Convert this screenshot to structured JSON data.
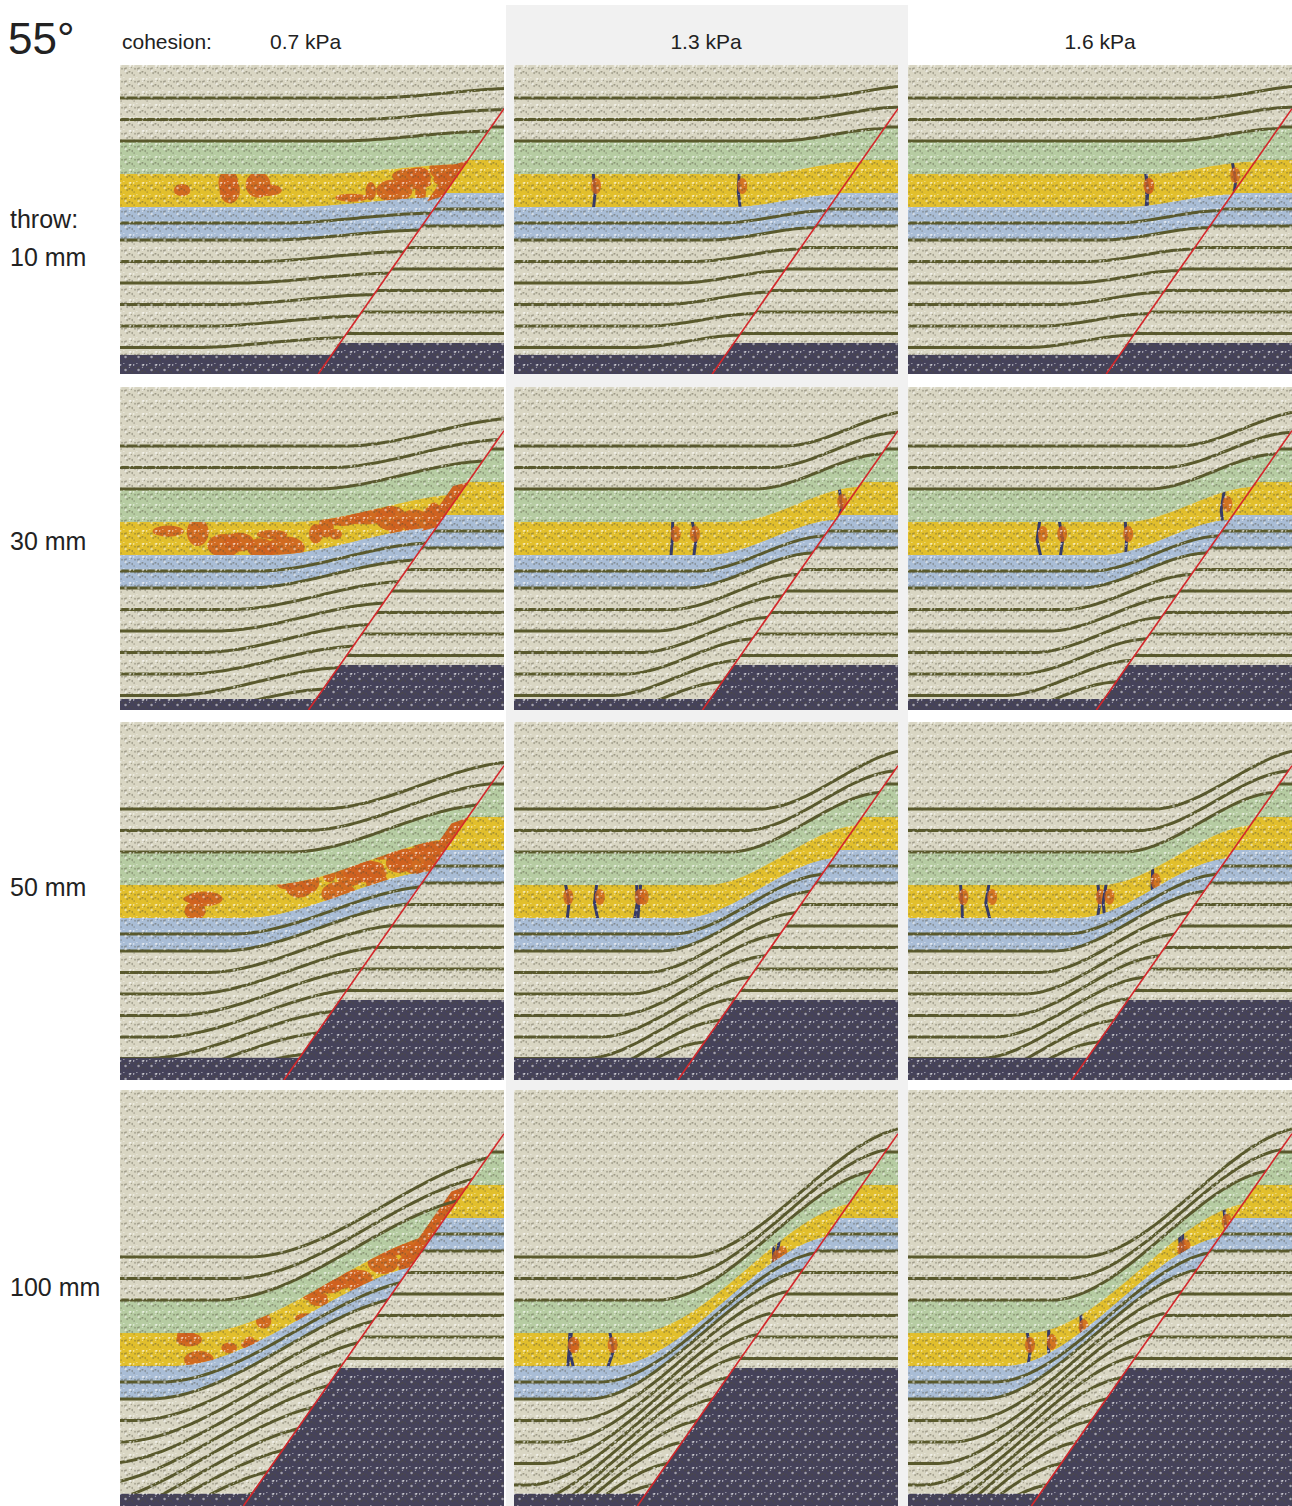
{
  "diagram": {
    "title": "55°",
    "labels": [
      "cohesion:",
      "0.7 kPa",
      "1.3 kPa",
      "1.6 kPa",
      "throw:",
      "10 mm",
      "30 mm",
      "50 mm",
      "100 mm"
    ]
  }
}
